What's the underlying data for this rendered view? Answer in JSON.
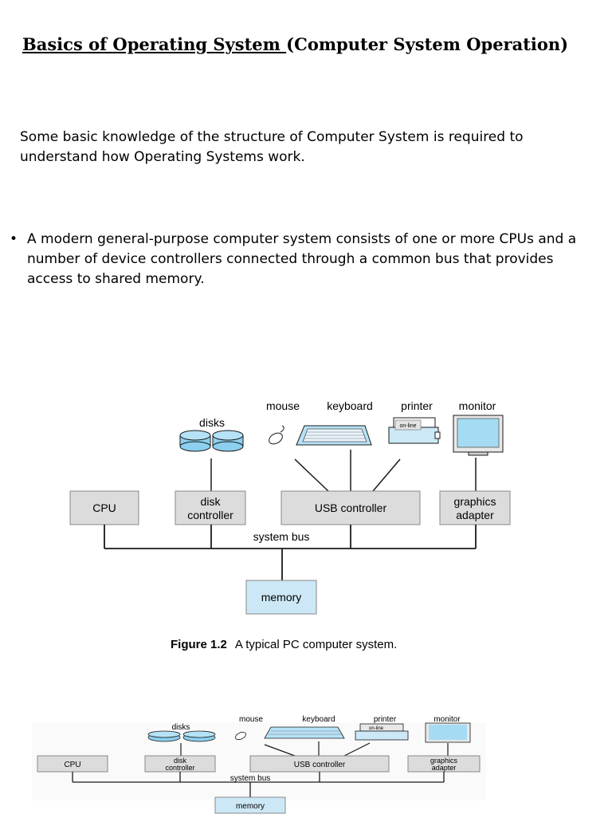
{
  "title": {
    "underlined": "Basics of Operating System ",
    "rest": "(Computer System Operation)"
  },
  "intro": "Some basic knowledge of the structure of Computer System is required to understand how Operating Systems work.",
  "bullets": [
    "A modern general-purpose computer system consists of one or more CPUs and a number of device controllers connected through a common bus that provides access to shared memory."
  ],
  "bullet_symbol": "•",
  "figure": {
    "labels": {
      "mouse": "mouse",
      "keyboard": "keyboard",
      "printer": "printer",
      "monitor": "monitor",
      "disks": "disks",
      "on_line": "on-line",
      "cpu": "CPU",
      "disk_controller_1": "disk",
      "disk_controller_2": "controller",
      "usb_controller": "USB controller",
      "graphics_adapter_1": "graphics",
      "graphics_adapter_2": "adapter",
      "system_bus": "system bus",
      "memory": "memory"
    },
    "caption_number": "Figure 1.2",
    "caption_text": "A typical PC computer system."
  },
  "colors": {
    "box_gray": "#dcdcdc",
    "box_blue": "#cce8f6",
    "disk_blue": "#8ccfee",
    "line": "#1a1a1a"
  }
}
